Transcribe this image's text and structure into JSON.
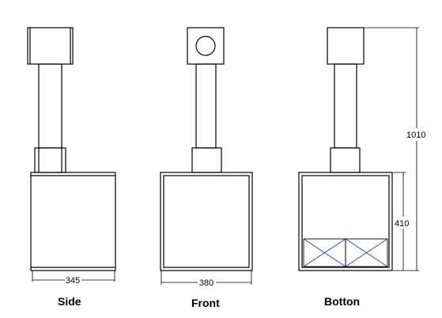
{
  "views": [
    {
      "label": "Side",
      "width_dim": "345"
    },
    {
      "label": "Front",
      "width_dim": "380"
    },
    {
      "label": "Botton",
      "width_dim": ""
    }
  ],
  "dimensions": {
    "total_height": "1010",
    "box_height": "410"
  },
  "colors": {
    "stroke": "#000000",
    "cross_brace": "#1f3fbf",
    "background": "#ffffff"
  }
}
